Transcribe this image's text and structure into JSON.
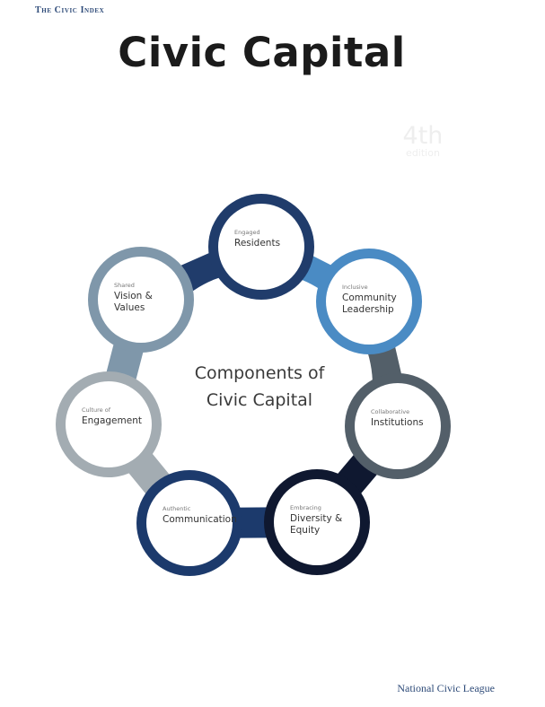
{
  "header": {
    "label": "The Civic Index"
  },
  "title": "Civic Capital",
  "edition": {
    "number": "4th",
    "word": "edition"
  },
  "diagram": {
    "center_line1": "Components of",
    "center_line2": "Civic Capital",
    "nodes": [
      {
        "small": "Engaged",
        "line1": "Residents",
        "line2": "",
        "color": "#203c6b"
      },
      {
        "small": "Inclusive",
        "line1": "Community",
        "line2": "Leadership",
        "color": "#4a8bc4"
      },
      {
        "small": "Collaborative",
        "line1": "Institutions",
        "line2": "",
        "color": "#535f69"
      },
      {
        "small": "Embracing",
        "line1": "Diversity &",
        "line2": "Equity",
        "color": "#0f1830"
      },
      {
        "small": "Authentic",
        "line1": "Communication",
        "line2": "",
        "color": "#1c3a6c"
      },
      {
        "small": "Culture of",
        "line1": "Engagement",
        "line2": "",
        "color": "#a3acb2"
      },
      {
        "small": "Shared",
        "line1": "Vision &",
        "line2": "Values",
        "color": "#7f97aa"
      }
    ]
  },
  "footer": "National Civic League"
}
